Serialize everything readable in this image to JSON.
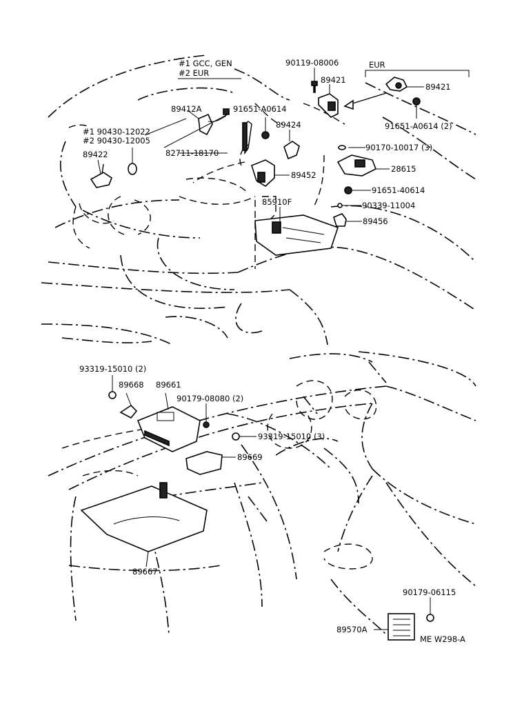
{
  "legend": {
    "line1": "#1  GCC, GEN",
    "line2": "#2  EUR"
  },
  "eur_label": "EUR",
  "parts": {
    "p90119_08006": "90119-08006",
    "p89421_a": "89421",
    "p89421_b": "89421",
    "p91651_a0614_2": "91651-A0614 (2)",
    "p89412a": "89412A",
    "p91651_a0614": "91651-A0614",
    "p90430_12022": "#1  90430-12022",
    "p90430_12005": "#2  90430-12005",
    "p89424": "89424",
    "p89422": "89422",
    "p82711_18170": "82711-18170",
    "p90170_10017": "90170-10017 (3)",
    "p28615": "28615",
    "p89452": "89452",
    "p91651_40614": "91651-40614",
    "p85910f": "85910F",
    "p90339_11004": "90339-11004",
    "p89456": "89456",
    "p93319_15010_2": "93319-15010 (2)",
    "p89668": "89668",
    "p89661": "89661",
    "p90179_08080": "90179-08080 (2)",
    "p93319_15010_3": "93319-15010 (3)",
    "p89669": "89669",
    "p89667": "89667",
    "p90179_06115": "90179-06115",
    "p89570a": "89570A"
  },
  "diagram_code": "ME W298-A"
}
